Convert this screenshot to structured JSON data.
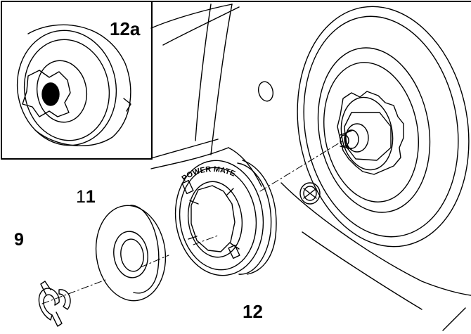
{
  "callouts": {
    "inset_label": "12a",
    "washer_label_light": "1",
    "washer_label_bold": "1",
    "clip_label": "9",
    "sprocket_label": "12"
  },
  "sprocket_rim_text": "POWER MATE"
}
